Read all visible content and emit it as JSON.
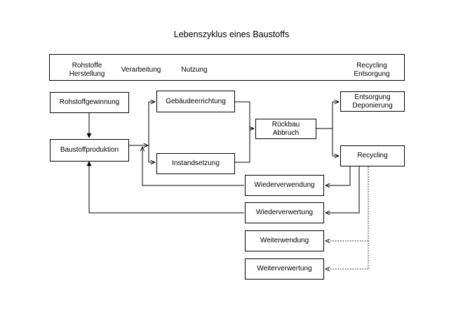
{
  "title": "Lebenszyklus eines Baustoffs",
  "phases": {
    "rohstoffe": "Rohstoffe\nHerstellung",
    "verarbeitung": "Verarbeitung",
    "nutzung": "Nutzung",
    "recycling": "Recycling\nEntsorgung"
  },
  "boxes": {
    "rohstoffgewinnung": "Rohstoffgewinnung",
    "baustoffproduktion": "Baustoffproduktion",
    "gebaeudeerrichtung": "Gebäudeerrichtung",
    "instandsetzung": "Instandsetzung",
    "rueckbau": "Rückbau\nAbbruch",
    "entsorgung": "Entsorgung\nDeponierung",
    "recycling": "Recycling",
    "wiederverwendung": "Wiederverwendung",
    "wiederverwertung": "Wiederverwertung",
    "weiterverwendung": "Weiterwendung",
    "weiterverwertung": "Weiterverwertung"
  }
}
